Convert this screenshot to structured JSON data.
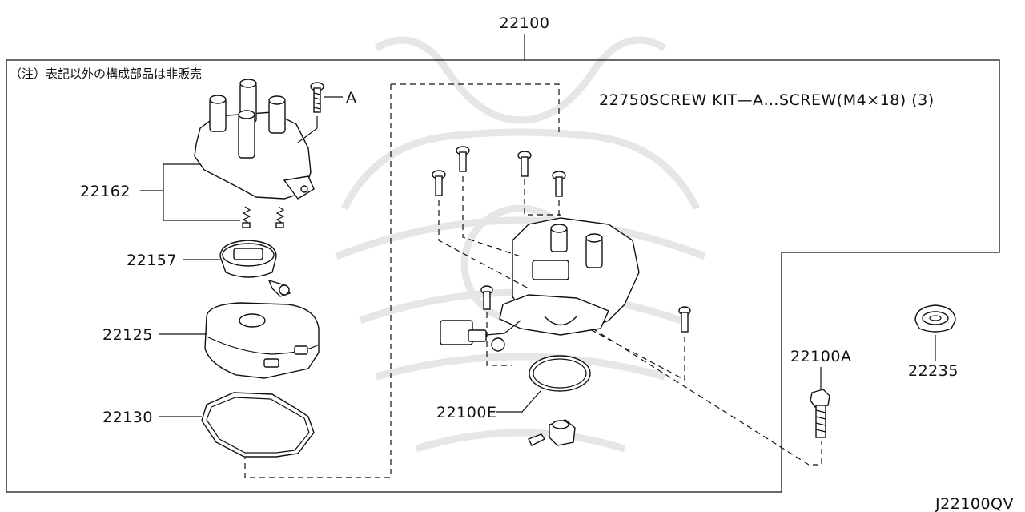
{
  "diagram": {
    "assembly_label": "22100",
    "note": "（注）表記以外の構成部品は非販売",
    "screw_ref_letter": "A",
    "screw_kit_label": "22750SCREW KIT—A…SCREW(M4×18) (3)",
    "parts": {
      "distributor_cap": "22162",
      "rotor_head": "22157",
      "dust_cover": "22125",
      "gasket": "22130",
      "o_ring": "22100E",
      "bolt": "22100A",
      "clamp": "22235"
    },
    "figure_code": "J22100QV"
  }
}
